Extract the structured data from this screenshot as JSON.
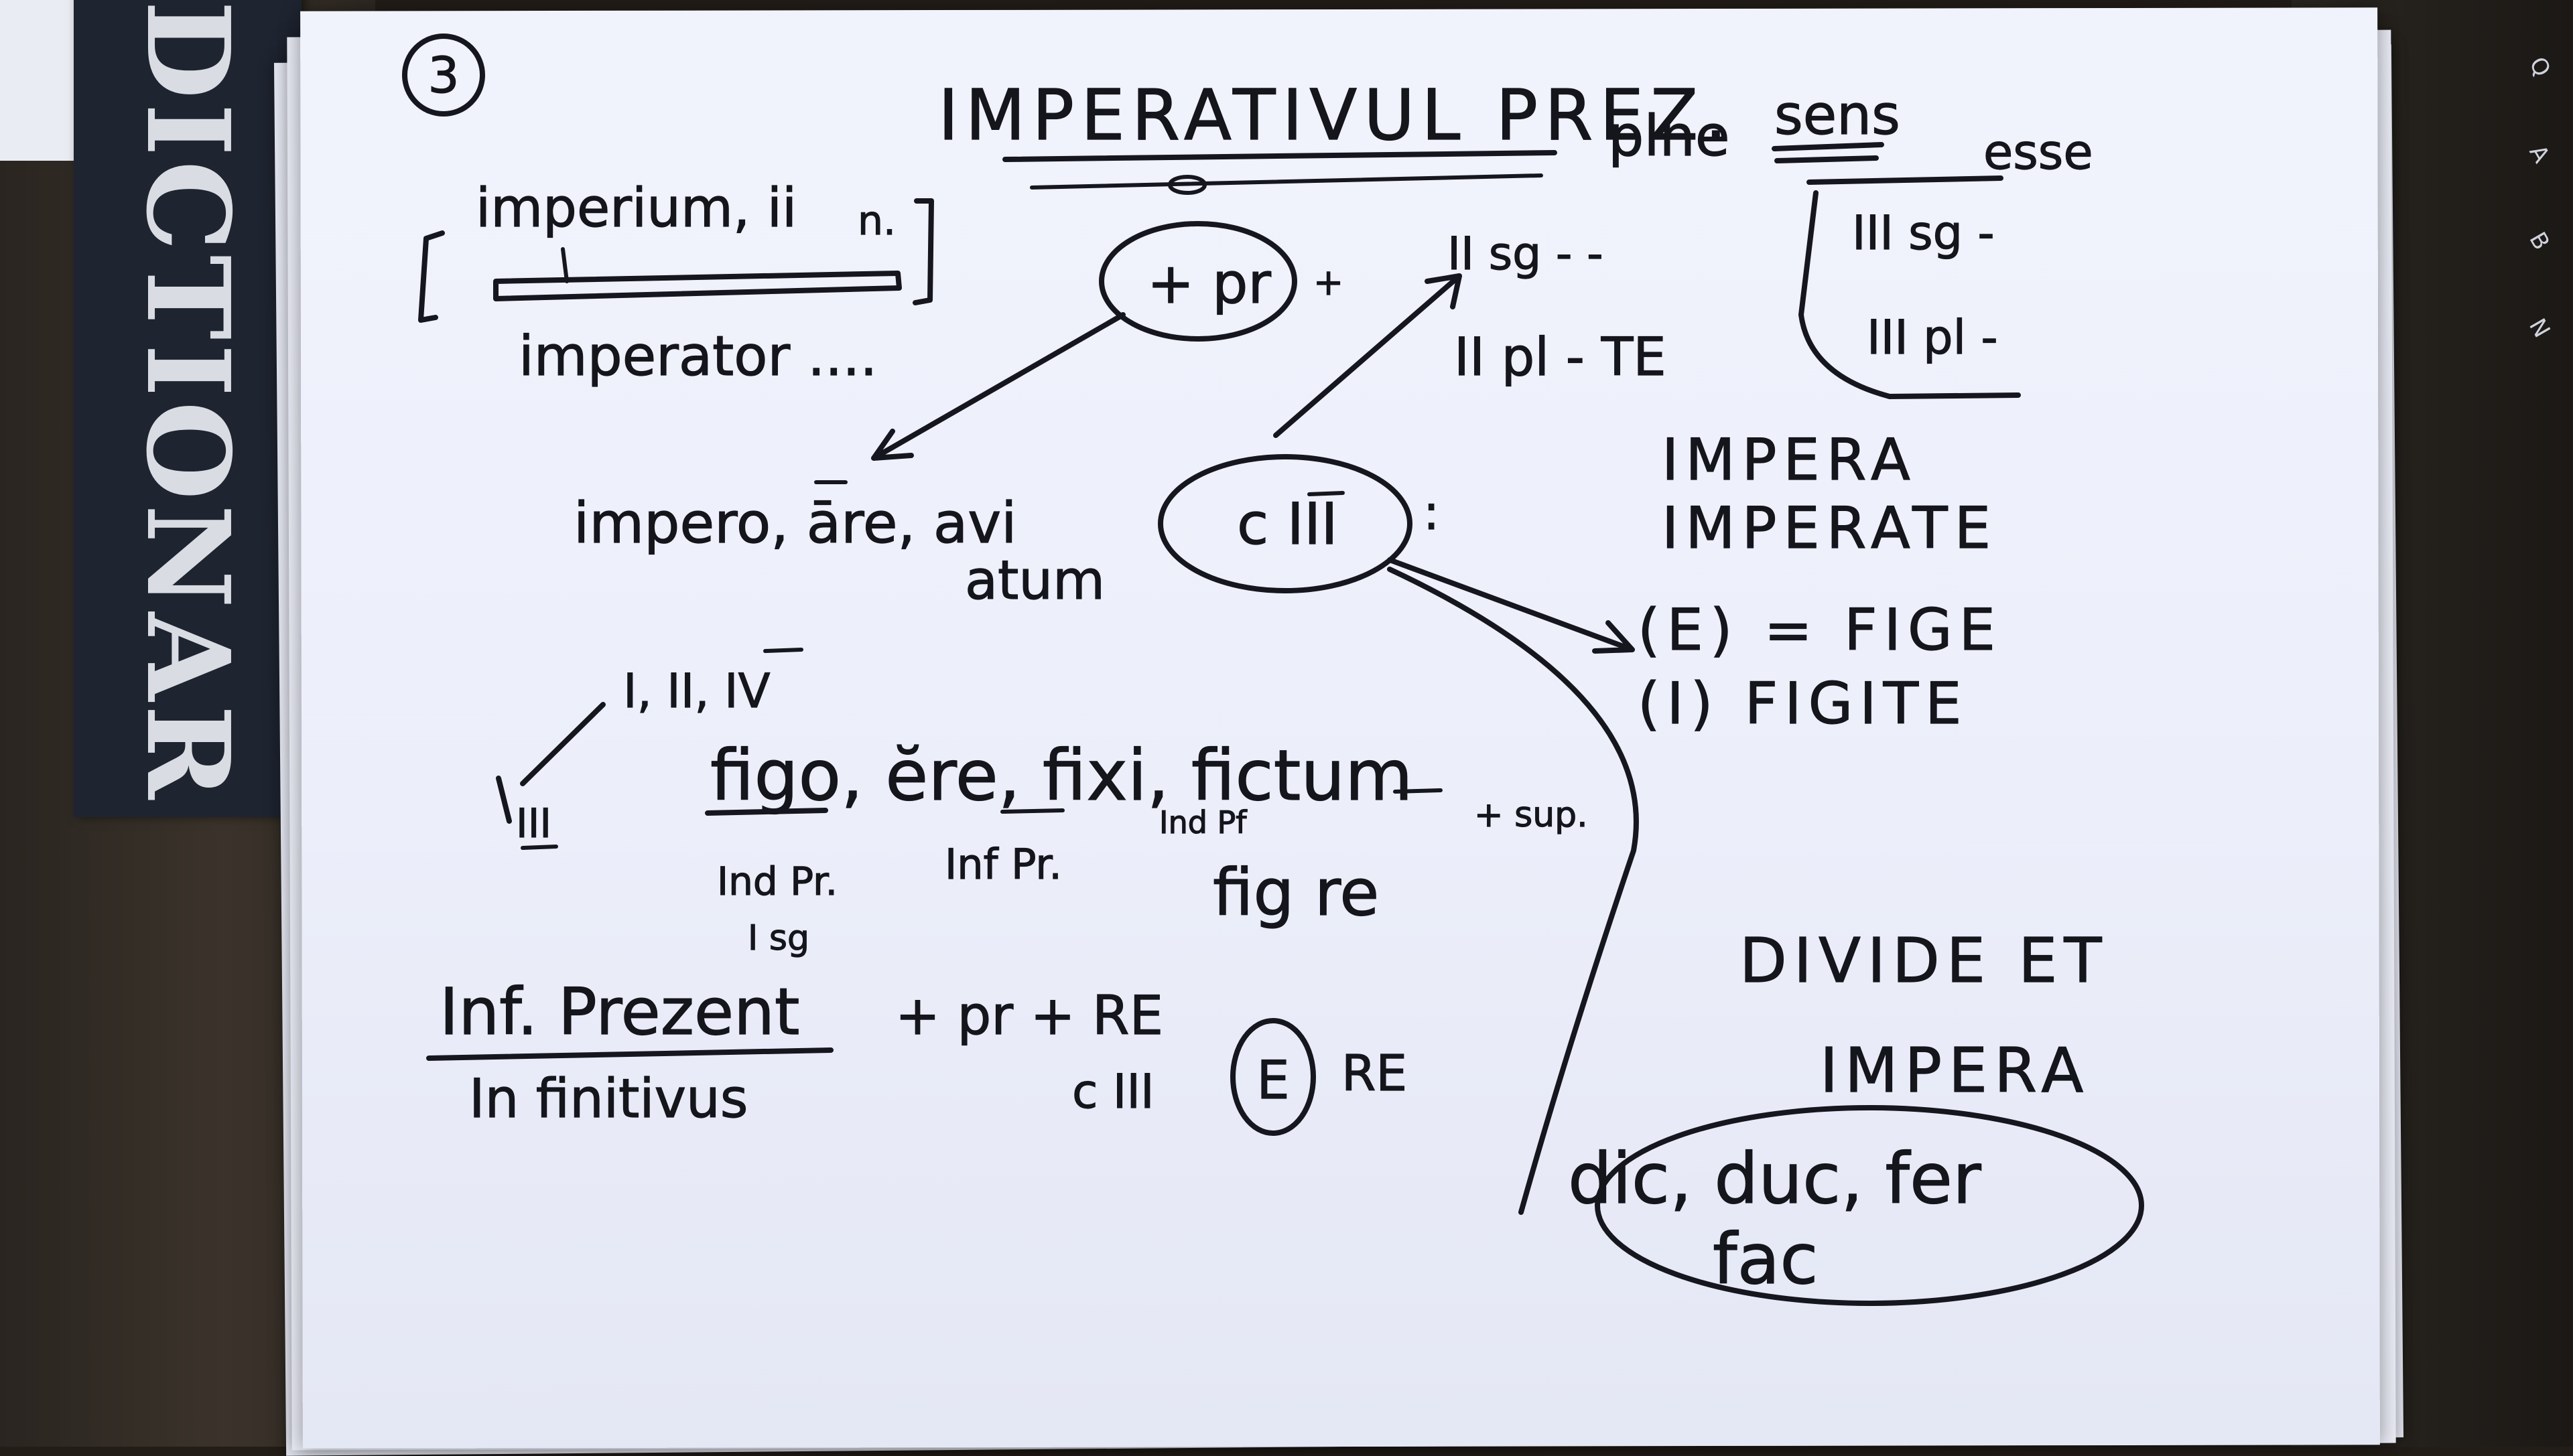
{
  "background": {
    "book_spine_title": "DICTIONAR",
    "keyboard_keys": [
      "Q",
      "A",
      "B",
      "N"
    ]
  },
  "notes": {
    "page_number": "3",
    "title": "IMPERATIVUL PREZ.",
    "title_plain": "plne",
    "title_sens": "sens",
    "esse": "esse",
    "imperium": "imperium, ii",
    "imperium_gender": "n.",
    "imperator": "imperator ....",
    "plus_pr": "+ pr",
    "plus": "+",
    "ii_sg": "II sg - -",
    "ii_pl": "II pl - TE",
    "iii_sg": "III sg -",
    "iii_pl": "III pl -",
    "impero": "impero, āre, avi",
    "atum": "atum",
    "conj_iii": "c III",
    "colon": ":",
    "impera": "IMPERA",
    "imperate": "IMPERATE",
    "e_fige": "(E) = FIGE",
    "i_figite": "(I)    FIGITE",
    "conj_list": "I, II, IV",
    "conj_iii_small": "III",
    "figo": "figo, ĕre, fixi, fictum",
    "ind_pr": "Ind Pr.",
    "sg1": "I sg",
    "inf_pr": "Inf Pr.",
    "ind_pf": "Ind Pf",
    "sup": "+ sup.",
    "fig_re": "fig re",
    "inf_prezent": "Inf. Prezent",
    "in_finitivus": "In finitivus",
    "pr_re": "+ pr + RE",
    "c_iii_re": "c III",
    "e_re": "E",
    "re2": "RE",
    "divide": "DIVIDE   ET",
    "impera2": "IMPERA",
    "dic_duc_fer": "dic, duc, fer",
    "fac": "fac"
  }
}
